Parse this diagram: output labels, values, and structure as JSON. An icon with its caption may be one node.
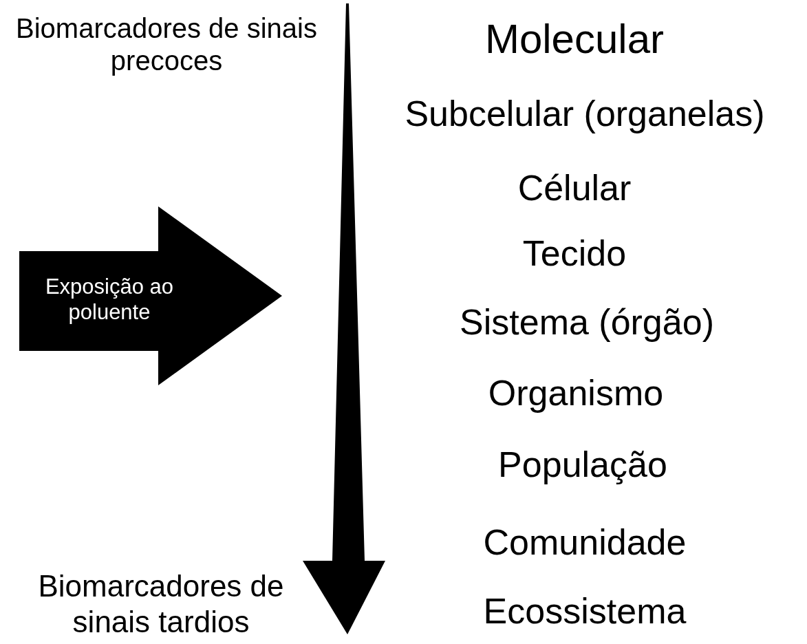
{
  "diagram": {
    "nodes": [
      {
        "text": [
          "Exposição ao poluente"
        ]
      }
    ],
    "labels": [
      "Biomarcadores de sinais precoces",
      "Molecular",
      "Subcelular (organelas)",
      "Célular",
      "Tecido",
      "Sistema (órgão)",
      "Organismo",
      "População",
      "Comunidade",
      "Biomarcadores de sinais tardios",
      "Ecossistema"
    ]
  }
}
